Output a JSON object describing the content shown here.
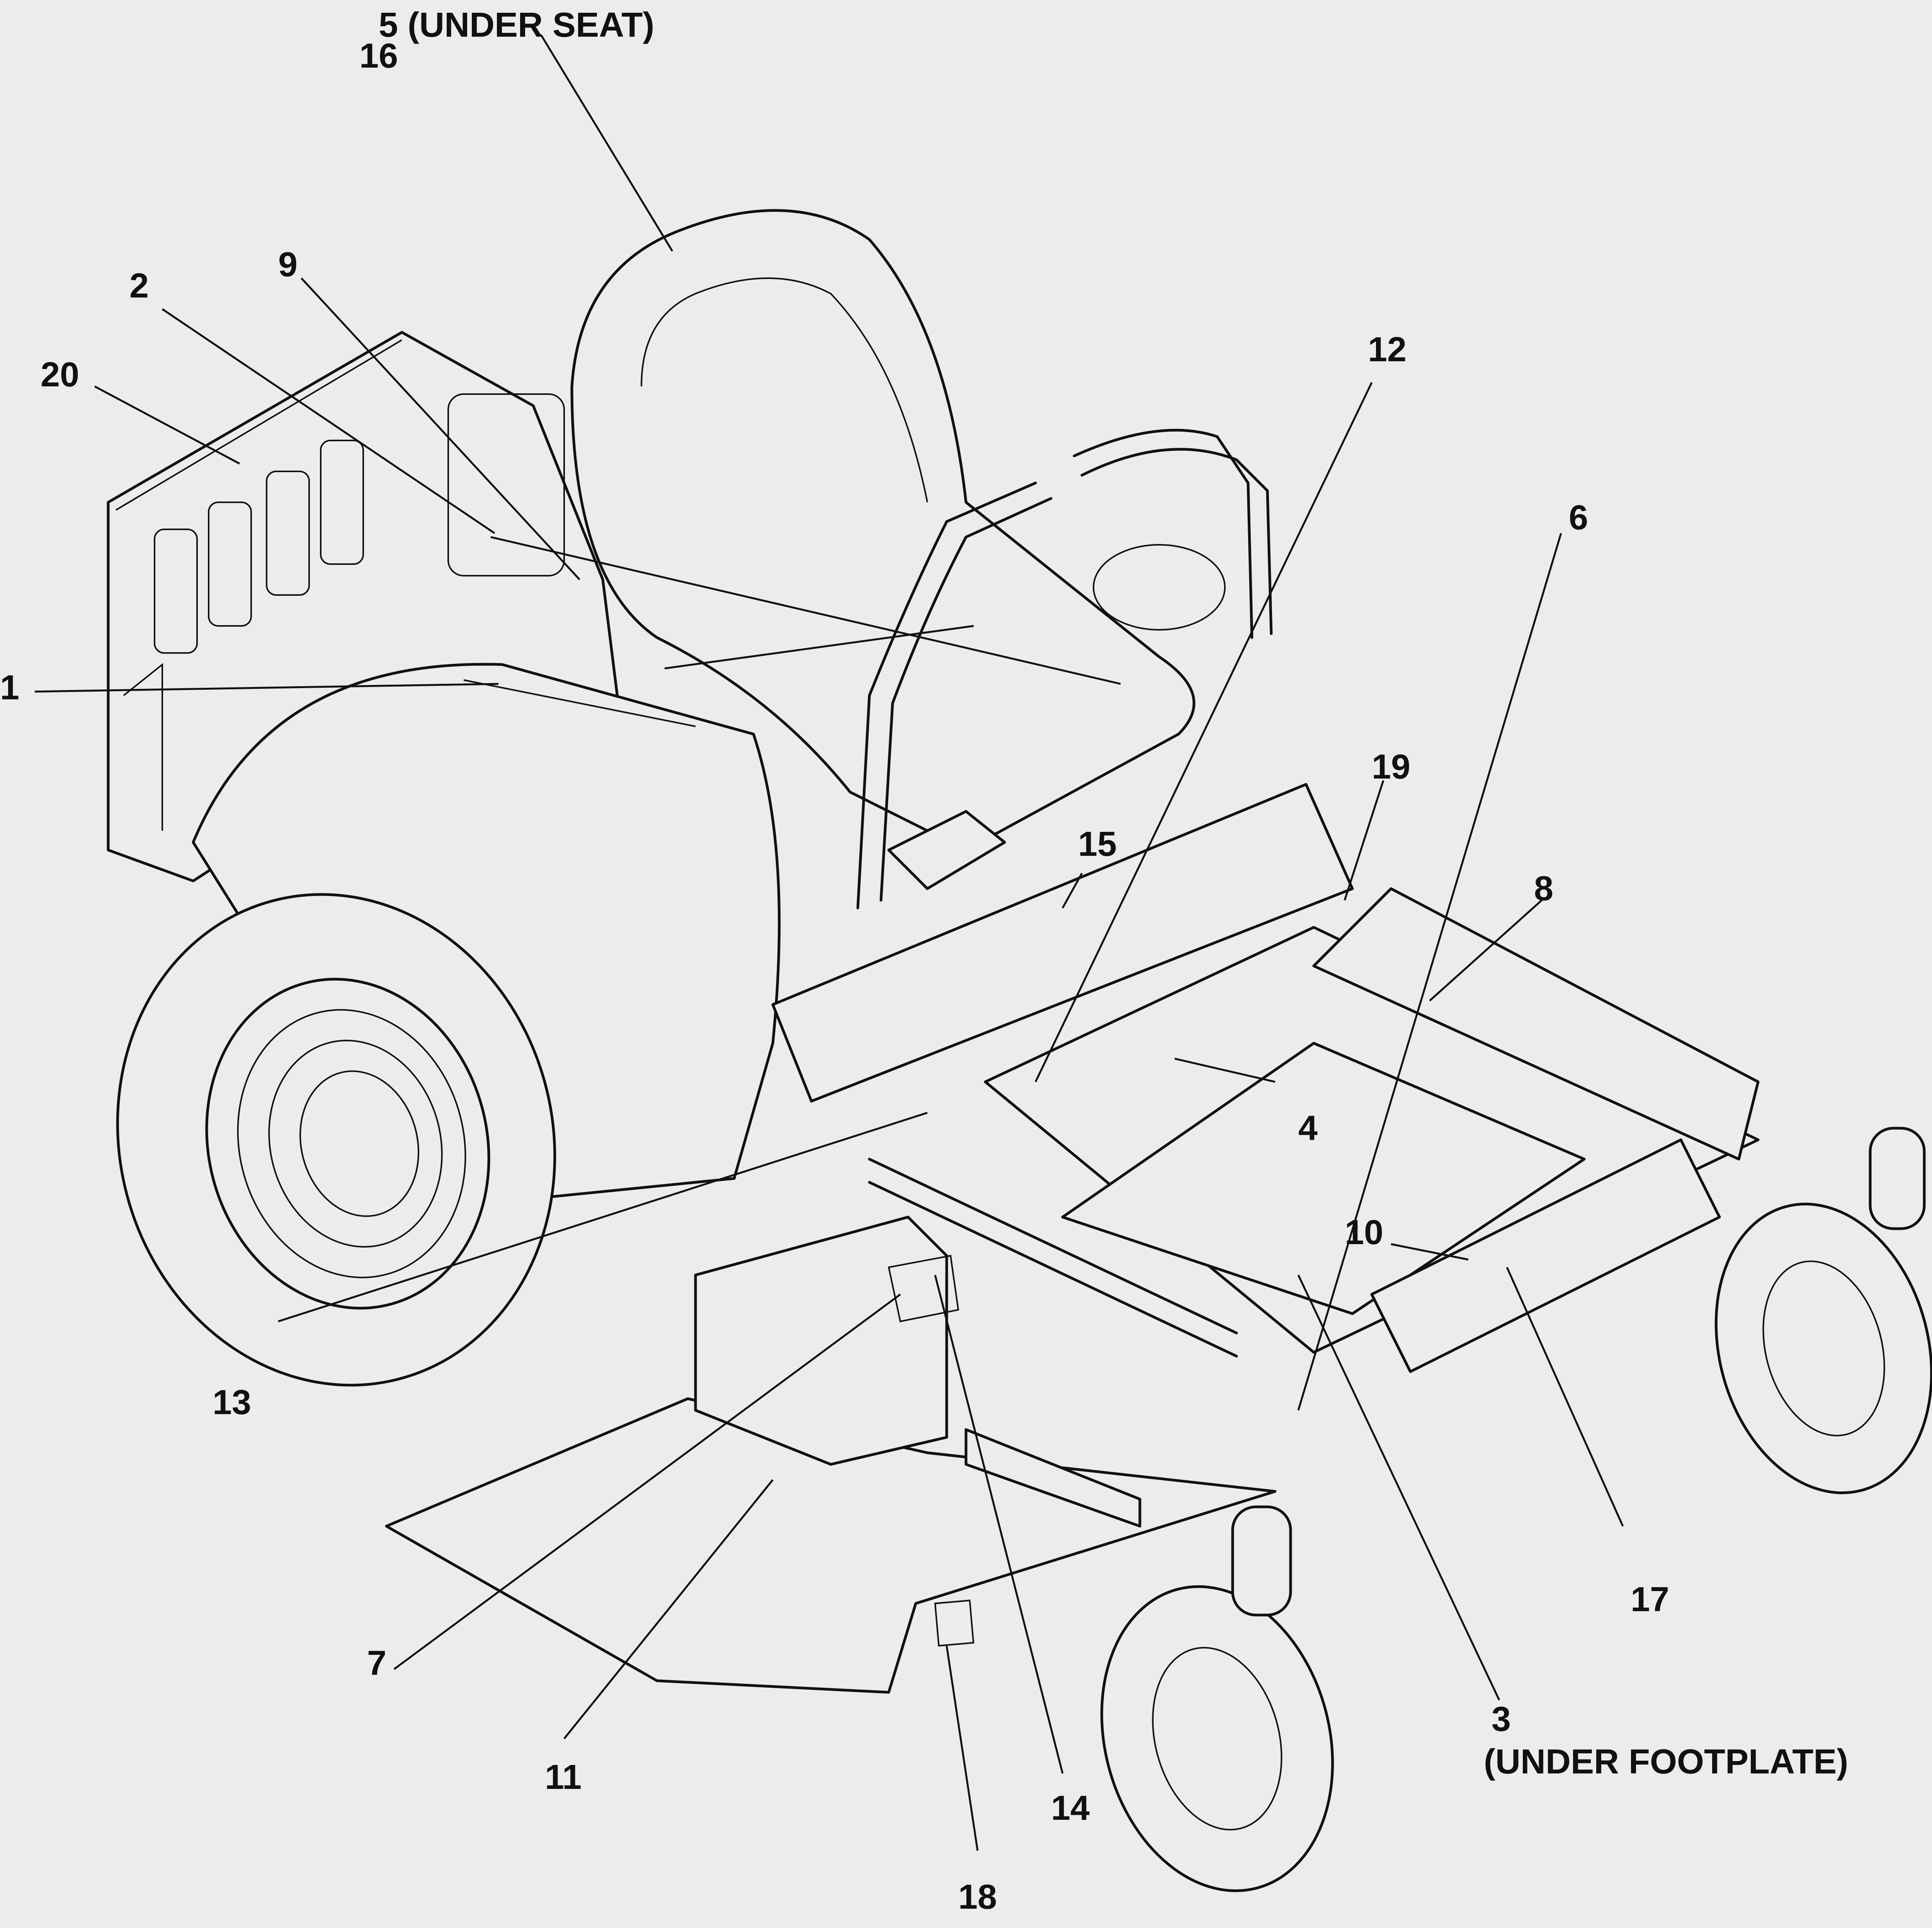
{
  "callouts": [
    {
      "id": "c1",
      "label": "1"
    },
    {
      "id": "c2",
      "label": "2"
    },
    {
      "id": "c3",
      "label": "3"
    },
    {
      "id": "c3n",
      "label": "(UNDER FOOTPLATE)"
    },
    {
      "id": "c4",
      "label": "4"
    },
    {
      "id": "c5",
      "label": "5 (UNDER SEAT)"
    },
    {
      "id": "c6",
      "label": "6"
    },
    {
      "id": "c7",
      "label": "7"
    },
    {
      "id": "c8",
      "label": "8"
    },
    {
      "id": "c9",
      "label": "9"
    },
    {
      "id": "c10",
      "label": "10"
    },
    {
      "id": "c11",
      "label": "11"
    },
    {
      "id": "c12",
      "label": "12"
    },
    {
      "id": "c13",
      "label": "13"
    },
    {
      "id": "c14",
      "label": "14"
    },
    {
      "id": "c15",
      "label": "15"
    },
    {
      "id": "c16",
      "label": "16"
    },
    {
      "id": "c17",
      "label": "17"
    },
    {
      "id": "c18",
      "label": "18"
    },
    {
      "id": "c19",
      "label": "19"
    },
    {
      "id": "c20",
      "label": "20"
    }
  ]
}
